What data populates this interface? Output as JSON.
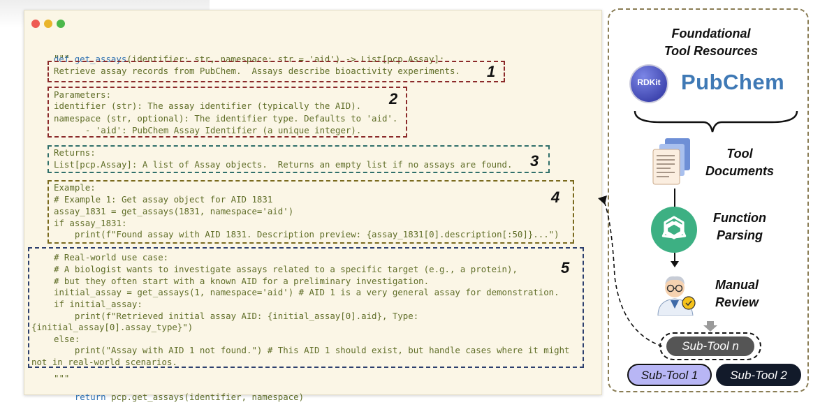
{
  "colors": {
    "editor_bg": "#fbf6e6",
    "code_text": "#5f6d27",
    "keyword": "#2c6fb0",
    "box1": "#8b2a2a",
    "box2": "#8b2a2a",
    "box3": "#2f6f6a",
    "box4": "#7a6a1e",
    "box5": "#2c3f6e",
    "traffic_red": "#ee5a52",
    "traffic_yellow": "#e9b52b",
    "traffic_green": "#4bb84a",
    "pill_dark": "#121a2a",
    "pill_purple": "#b8b6f5",
    "pill_grey": "#555555",
    "openai_green": "#3db083",
    "pubchem_blue": "#3f79b5"
  },
  "code": {
    "def_kw": "def",
    "def_name": "get_assays",
    "def_rest": "(identifier: str, namespace: str = 'aid') -> List[pcp.Assay]:",
    "doc_open": "\"\"\"",
    "line_summary": "Retrieve assay records from PubChem.  Assays describe bioactivity experiments.",
    "params_header": "Parameters:",
    "param_identifier": "identifier (str): The assay identifier (typically the AID).",
    "param_namespace": "namespace (str, optional): The identifier type. Defaults to 'aid'.",
    "param_namespace_sub": "  - 'aid': PubChem Assay Identifier (a unique integer).",
    "returns_header": "Returns:",
    "returns_text": "List[pcp.Assay]: A list of Assay objects.  Returns an empty list if no assays are found.",
    "example_header": "Example:",
    "example_1": "# Example 1: Get assay object for AID 1831",
    "example_2": "assay_1831 = get_assays(1831, namespace='aid')",
    "example_3": "if assay_1831:",
    "example_4": "    print(f\"Found assay with AID 1831. Description preview: {assay_1831[0].description[:50]}...\")",
    "rw_1": "# Real-world use case:",
    "rw_2": "# A biologist wants to investigate assays related to a specific target (e.g., a protein),",
    "rw_3": "# but they often start with a known AID for a preliminary investigation.",
    "rw_4": "initial_assay = get_assays(1, namespace='aid') # AID 1 is a very general assay for demonstration.",
    "rw_5": "if initial_assay:",
    "rw_6": "    print(f\"Retrieved initial assay AID: {initial_assay[0].aid}, Type:",
    "rw_7": "{initial_assay[0].assay_type}\")",
    "rw_8": "else:",
    "rw_9": "    print(\"Assay with AID 1 not found.\") # This AID 1 should exist, but handle cases where it might",
    "rw_10": "not in real-world scenarios.",
    "doc_close": "\"\"\"",
    "return_kw": "return",
    "return_rest": " pcp.get_assays(identifier, namespace)"
  },
  "annotations": {
    "n1": "1",
    "n2": "2",
    "n3": "3",
    "n4": "4",
    "n5": "5"
  },
  "sidebar": {
    "resources_title_line1": "Foundational",
    "resources_title_line2": "Tool Resources",
    "rdkit_logo_text": "RDKit",
    "pubchem_logo_text": "PubChem",
    "tool_docs_line1": "Tool",
    "tool_docs_line2": "Documents",
    "function_parsing_line1": "Function",
    "function_parsing_line2": "Parsing",
    "manual_review_line1": "Manual",
    "manual_review_line2": "Review",
    "subtool_n": "Sub-Tool n",
    "subtool_1": "Sub-Tool 1",
    "subtool_2": "Sub-Tool 2"
  }
}
